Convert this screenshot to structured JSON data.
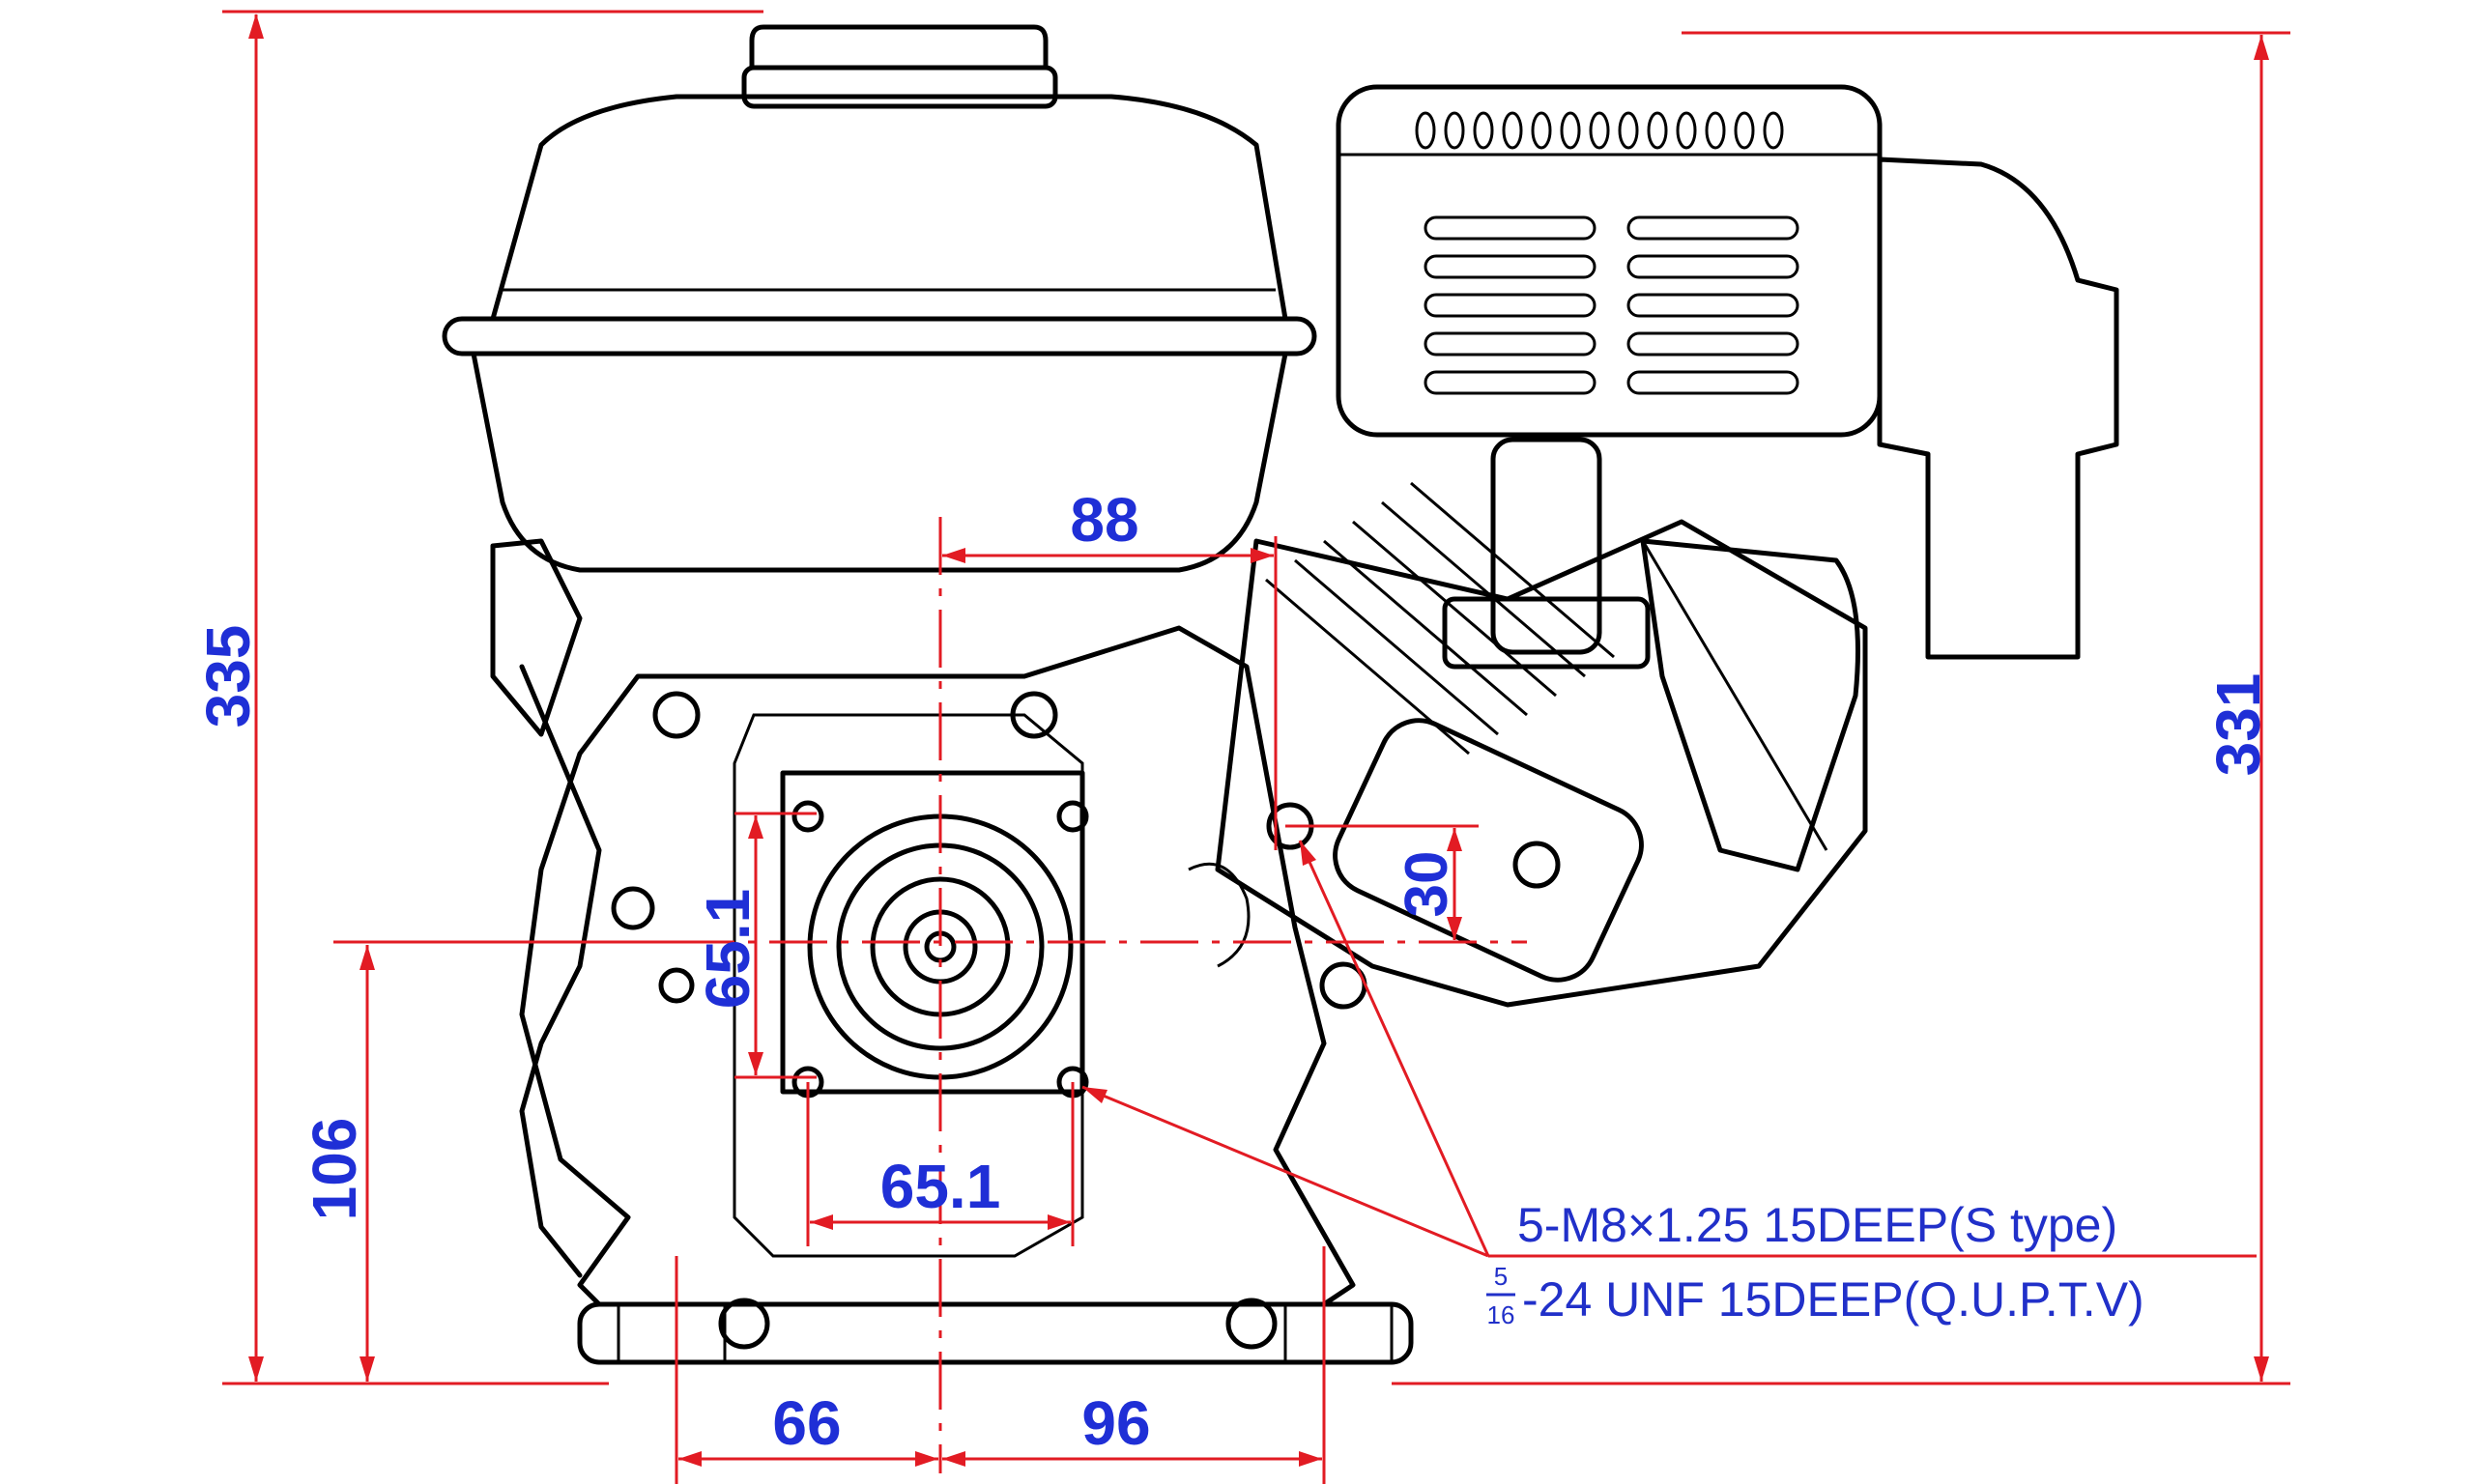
{
  "dimensions": {
    "overall_height_left": "335",
    "overall_height_right": "331",
    "shaft_height": "106",
    "mount_vertical": "65.1",
    "mount_horizontal": "65.1",
    "shaft_to_plug": "88",
    "plug_offset": "30",
    "base_left": "66",
    "base_right": "96"
  },
  "notes": {
    "thread_s_type": "5-M8×1.25 15DEEP(S type)",
    "fraction_numerator": "5",
    "fraction_denominator": "16",
    "thread_unf": "-24 UNF 15DEEP(Q.U.P.T.V)"
  },
  "colors": {
    "dimension_line": "#e21b23",
    "dimension_text": "#1f2fd6",
    "drawing": "#000000"
  }
}
